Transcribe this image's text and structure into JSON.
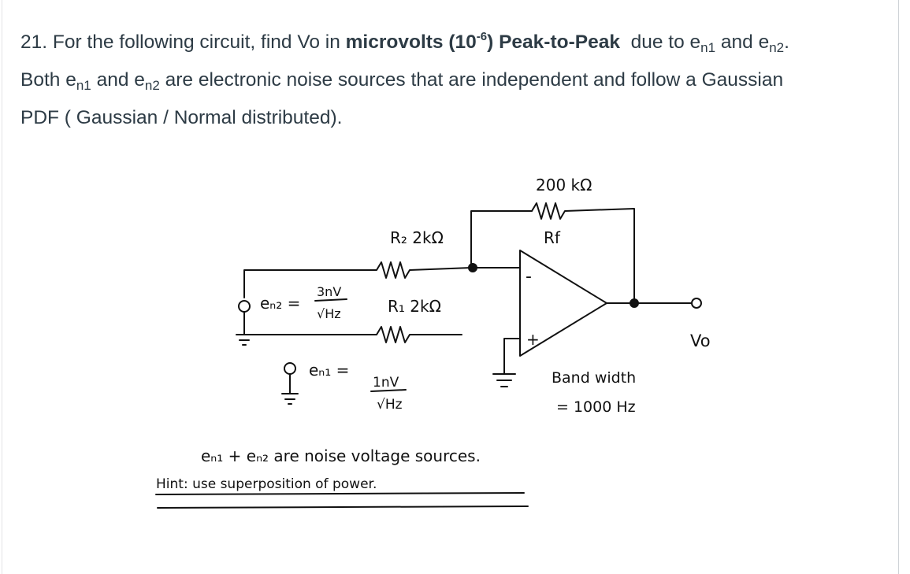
{
  "question": {
    "number": "21.",
    "intro": "For the following circuit, find Vo in",
    "bold_units": "microvolts (10",
    "bold_exp": "-6",
    "bold_units_close": ") Peak-to-Peak",
    "due_to": "due to e",
    "sub_n1": "n1",
    "and_text": "and e",
    "sub_n2": "n2",
    "period": ".",
    "both_text": "Both e",
    "line2_and": "and e",
    "line2_rest": "are electronic noise sources that are independent and follow a Gaussian",
    "line3": "PDF ( Gaussian / Normal distributed)."
  },
  "circuit": {
    "rf_value": "200 kΩ",
    "rf_name": "Rf",
    "r2_label": "R₂ 2kΩ",
    "r1_label": "R₁ 2kΩ",
    "en2_label": "eₙ₂ =",
    "en2_num": "3nV",
    "en2_den": "√Hz",
    "en1_label": "eₙ₁ =",
    "en1_num": "1nV",
    "en1_den": "√Hz",
    "opamp_minus": "-",
    "opamp_plus": "+",
    "output_label": "Vo",
    "bandwidth_line1": "Band width",
    "bandwidth_line2": "= 1000 Hz",
    "note": "eₙ₁ + eₙ₂ are noise voltage sources.",
    "hint": "Hint: use superposition of power."
  }
}
